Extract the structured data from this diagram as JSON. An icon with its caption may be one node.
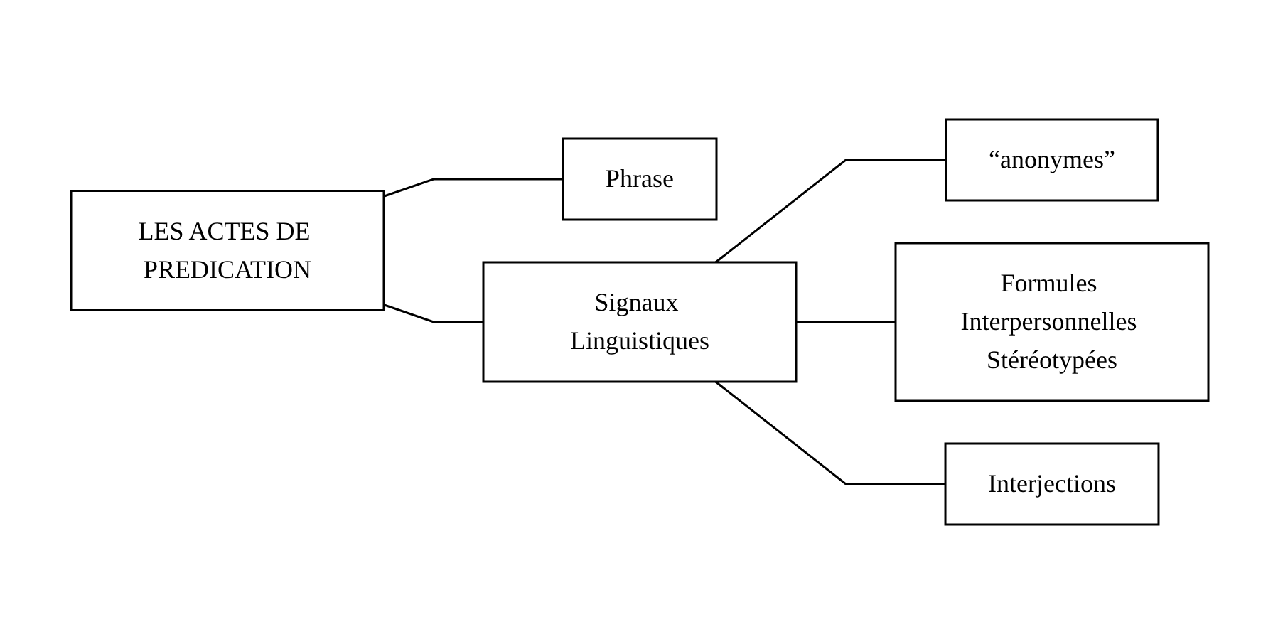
{
  "diagram": {
    "nodes": [
      {
        "text": [
          "Phrase"
        ]
      },
      {
        "text": [
          "LES ACTES DE PREDICATION"
        ]
      },
      {
        "text": [
          "“anonymes”"
        ]
      },
      {
        "text": [
          "Signaux Linguistiques"
        ]
      },
      {
        "text": [
          "Formules Interpersonnelles Stéréotypées"
        ]
      },
      {
        "text": [
          "Interjections"
        ]
      }
    ],
    "edges": [
      {
        "from": 1,
        "to": 0,
        "arrow": "none"
      },
      {
        "from": 1,
        "to": 3,
        "arrow": "none"
      },
      {
        "from": 3,
        "to": 2,
        "arrow": "none"
      },
      {
        "from": 3,
        "to": 4,
        "arrow": "none"
      },
      {
        "from": 3,
        "to": 5,
        "arrow": "none"
      }
    ]
  }
}
